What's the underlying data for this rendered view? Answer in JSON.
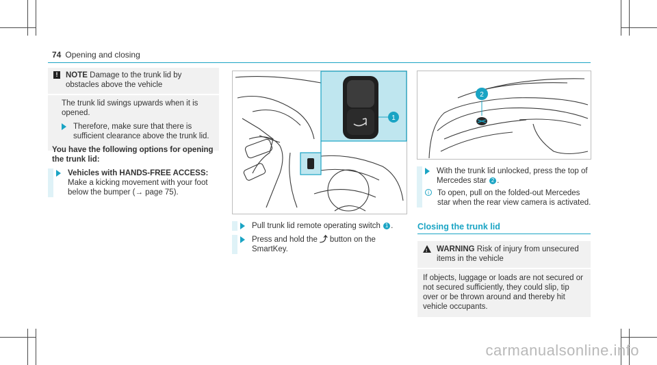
{
  "header": {
    "page_number": "74",
    "section": "Opening and closing"
  },
  "note": {
    "label": "NOTE",
    "title": "Damage to the trunk lid by obstacles above the vehicle",
    "body": "The trunk lid swings upwards when it is opened.",
    "step": "Therefore, make sure that there is sufficient clearance above the trunk lid."
  },
  "options": {
    "heading": "You have the following options for opening the trunk lid:",
    "step1_bold": "Vehicles with HANDS-FREE ACCESS:",
    "step1_text": "Make a kicking movement with your foot below the bumper (→ page 75)."
  },
  "figure1": {
    "callout": "1",
    "step_a_text": "Pull trunk lid remote operating switch",
    "step_a_ref": "1",
    "step_b_pre": "Press and hold the",
    "step_b_icon": "⤴",
    "step_b_post": "button on the SmartKey."
  },
  "figure2": {
    "callout": "2",
    "step_text": "With the trunk lid unlocked, press the top of Mercedes star",
    "step_ref": "2",
    "info": "To open, pull on the folded-out Mercedes star when the rear view camera is activated."
  },
  "closing": {
    "title": "Closing the trunk lid",
    "warning_label": "WARNING",
    "warning_title": "Risk of injury from unsecured items in the vehicle",
    "warning_body": "If objects, luggage or loads are not secured or not secured sufficiently, they could slip, tip over or be thrown around and thereby hit vehicle occupants."
  },
  "watermark": "carmanualsonline.info",
  "colors": {
    "accent": "#1aa4c4",
    "panel": "#f1f1f1",
    "highlight": "#bfe6ef"
  }
}
